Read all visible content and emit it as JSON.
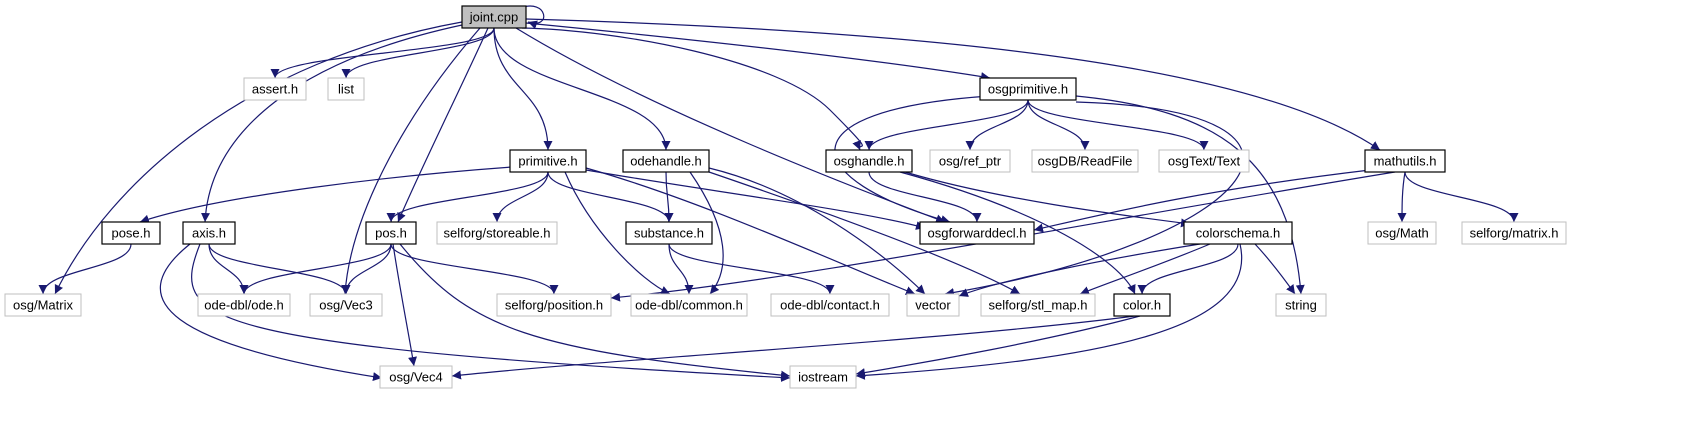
{
  "diagram": {
    "colors": {
      "edge": "#191970",
      "root_fill": "#bfbfbf",
      "local_border": "#000000",
      "external_border": "#bfbfbf"
    },
    "nodes": [
      {
        "id": "joint_cpp",
        "label": "joint.cpp",
        "kind": "root"
      },
      {
        "id": "assert_h",
        "label": "assert.h",
        "kind": "external"
      },
      {
        "id": "list",
        "label": "list",
        "kind": "external"
      },
      {
        "id": "osgprimitive_h",
        "label": "osgprimitive.h",
        "kind": "local"
      },
      {
        "id": "primitive_h",
        "label": "primitive.h",
        "kind": "local"
      },
      {
        "id": "odehandle_h",
        "label": "odehandle.h",
        "kind": "local"
      },
      {
        "id": "osghandle_h",
        "label": "osghandle.h",
        "kind": "local"
      },
      {
        "id": "osg_ref_ptr",
        "label": "osg/ref_ptr",
        "kind": "external"
      },
      {
        "id": "osgDB_ReadFile",
        "label": "osgDB/ReadFile",
        "kind": "external"
      },
      {
        "id": "osgText_Text",
        "label": "osgText/Text",
        "kind": "external"
      },
      {
        "id": "mathutils_h",
        "label": "mathutils.h",
        "kind": "local"
      },
      {
        "id": "pose_h",
        "label": "pose.h",
        "kind": "local"
      },
      {
        "id": "axis_h",
        "label": "axis.h",
        "kind": "local"
      },
      {
        "id": "pos_h",
        "label": "pos.h",
        "kind": "local"
      },
      {
        "id": "selforg_storeable_h",
        "label": "selforg/storeable.h",
        "kind": "external"
      },
      {
        "id": "substance_h",
        "label": "substance.h",
        "kind": "local"
      },
      {
        "id": "osgforwarddecl_h",
        "label": "osgforwarddecl.h",
        "kind": "local"
      },
      {
        "id": "colorschema_h",
        "label": "colorschema.h",
        "kind": "local"
      },
      {
        "id": "osg_Math",
        "label": "osg/Math",
        "kind": "external"
      },
      {
        "id": "selforg_matrix_h",
        "label": "selforg/matrix.h",
        "kind": "external"
      },
      {
        "id": "osg_Matrix",
        "label": "osg/Matrix",
        "kind": "external"
      },
      {
        "id": "ode_dbl_ode_h",
        "label": "ode-dbl/ode.h",
        "kind": "external"
      },
      {
        "id": "osg_Vec3",
        "label": "osg/Vec3",
        "kind": "external"
      },
      {
        "id": "selforg_position_h",
        "label": "selforg/position.h",
        "kind": "external"
      },
      {
        "id": "ode_dbl_common_h",
        "label": "ode-dbl/common.h",
        "kind": "external"
      },
      {
        "id": "ode_dbl_contact_h",
        "label": "ode-dbl/contact.h",
        "kind": "external"
      },
      {
        "id": "vector",
        "label": "vector",
        "kind": "external"
      },
      {
        "id": "selforg_stl_map_h",
        "label": "selforg/stl_map.h",
        "kind": "external"
      },
      {
        "id": "color_h",
        "label": "color.h",
        "kind": "local"
      },
      {
        "id": "string",
        "label": "string",
        "kind": "external"
      },
      {
        "id": "osg_Vec4",
        "label": "osg/Vec4",
        "kind": "external"
      },
      {
        "id": "iostream",
        "label": "iostream",
        "kind": "external"
      }
    ],
    "edges": [
      {
        "from": "joint_cpp",
        "to": "joint_cpp"
      },
      {
        "from": "joint_cpp",
        "to": "assert_h"
      },
      {
        "from": "joint_cpp",
        "to": "list"
      },
      {
        "from": "joint_cpp",
        "to": "osgprimitive_h"
      },
      {
        "from": "joint_cpp",
        "to": "primitive_h"
      },
      {
        "from": "joint_cpp",
        "to": "odehandle_h"
      },
      {
        "from": "joint_cpp",
        "to": "osghandle_h"
      },
      {
        "from": "joint_cpp",
        "to": "mathutils_h"
      },
      {
        "from": "joint_cpp",
        "to": "axis_h"
      },
      {
        "from": "joint_cpp",
        "to": "pos_h"
      },
      {
        "from": "joint_cpp",
        "to": "osg_Matrix"
      },
      {
        "from": "joint_cpp",
        "to": "osg_Vec3"
      },
      {
        "from": "joint_cpp",
        "to": "osgforwarddecl_h"
      },
      {
        "from": "osgprimitive_h",
        "to": "osghandle_h"
      },
      {
        "from": "osgprimitive_h",
        "to": "osg_ref_ptr"
      },
      {
        "from": "osgprimitive_h",
        "to": "osgDB_ReadFile"
      },
      {
        "from": "osgprimitive_h",
        "to": "osgText_Text"
      },
      {
        "from": "osgprimitive_h",
        "to": "string"
      },
      {
        "from": "osgprimitive_h",
        "to": "vector"
      },
      {
        "from": "osgprimitive_h",
        "to": "osgforwarddecl_h"
      },
      {
        "from": "primitive_h",
        "to": "pose_h"
      },
      {
        "from": "primitive_h",
        "to": "pos_h"
      },
      {
        "from": "primitive_h",
        "to": "selforg_storeable_h"
      },
      {
        "from": "primitive_h",
        "to": "substance_h"
      },
      {
        "from": "primitive_h",
        "to": "osgforwarddecl_h"
      },
      {
        "from": "primitive_h",
        "to": "ode_dbl_common_h"
      },
      {
        "from": "primitive_h",
        "to": "vector"
      },
      {
        "from": "odehandle_h",
        "to": "substance_h"
      },
      {
        "from": "odehandle_h",
        "to": "ode_dbl_common_h"
      },
      {
        "from": "odehandle_h",
        "to": "vector"
      },
      {
        "from": "odehandle_h",
        "to": "selforg_stl_map_h"
      },
      {
        "from": "osghandle_h",
        "to": "osgforwarddecl_h"
      },
      {
        "from": "osghandle_h",
        "to": "colorschema_h"
      },
      {
        "from": "osghandle_h",
        "to": "color_h"
      },
      {
        "from": "mathutils_h",
        "to": "osgforwarddecl_h"
      },
      {
        "from": "mathutils_h",
        "to": "selforg_position_h"
      },
      {
        "from": "mathutils_h",
        "to": "osg_Math"
      },
      {
        "from": "mathutils_h",
        "to": "selforg_matrix_h"
      },
      {
        "from": "pose_h",
        "to": "osg_Matrix"
      },
      {
        "from": "axis_h",
        "to": "ode_dbl_ode_h"
      },
      {
        "from": "axis_h",
        "to": "osg_Vec3"
      },
      {
        "from": "axis_h",
        "to": "osg_Vec4"
      },
      {
        "from": "axis_h",
        "to": "iostream"
      },
      {
        "from": "pos_h",
        "to": "ode_dbl_ode_h"
      },
      {
        "from": "pos_h",
        "to": "osg_Vec3"
      },
      {
        "from": "pos_h",
        "to": "selforg_position_h"
      },
      {
        "from": "pos_h",
        "to": "osg_Vec4"
      },
      {
        "from": "pos_h",
        "to": "iostream"
      },
      {
        "from": "substance_h",
        "to": "ode_dbl_common_h"
      },
      {
        "from": "substance_h",
        "to": "ode_dbl_contact_h"
      },
      {
        "from": "colorschema_h",
        "to": "color_h"
      },
      {
        "from": "colorschema_h",
        "to": "string"
      },
      {
        "from": "colorschema_h",
        "to": "selforg_stl_map_h"
      },
      {
        "from": "colorschema_h",
        "to": "vector"
      },
      {
        "from": "colorschema_h",
        "to": "iostream"
      },
      {
        "from": "color_h",
        "to": "osg_Vec4"
      },
      {
        "from": "color_h",
        "to": "iostream"
      }
    ]
  }
}
